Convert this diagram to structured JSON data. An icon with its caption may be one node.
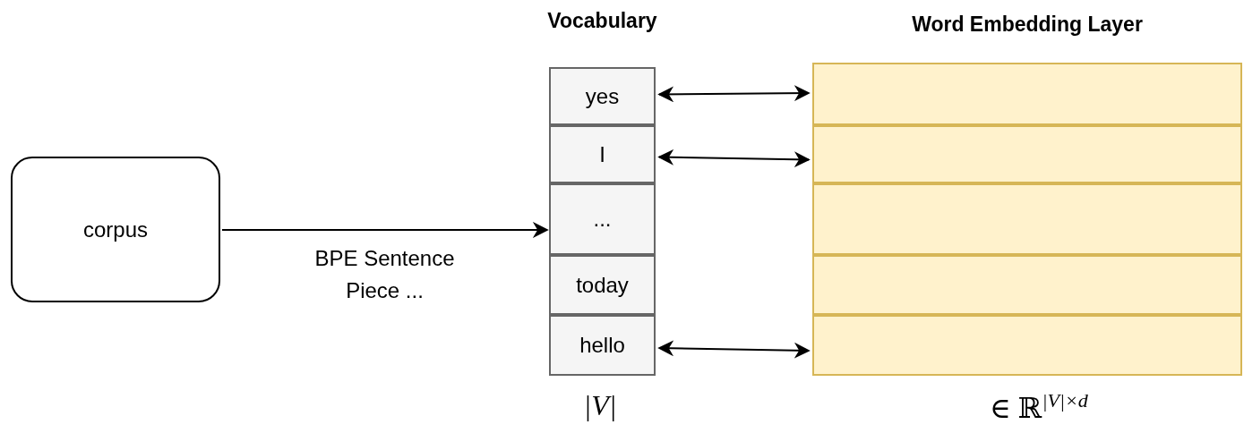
{
  "diagram": {
    "nodes": [
      {
        "text": [
          "corpus"
        ]
      },
      {
        "text": [
          "Vocabulary"
        ],
        "beside": [
          "|V|"
        ]
      },
      {
        "text": [
          "yes"
        ],
        "in": 1
      },
      {
        "text": [
          "I"
        ],
        "in": 1
      },
      {
        "text": [
          "..."
        ],
        "in": 1
      },
      {
        "text": [
          "today"
        ],
        "in": 1
      },
      {
        "text": [
          "hello"
        ],
        "in": 1
      },
      {
        "text": [
          "Word Embedding Layer"
        ],
        "beside": [
          "∈ ℝ$^{|V|×d}$"
        ]
      },
      {
        "text": [],
        "shape": "box",
        "in": 7
      },
      {
        "text": [],
        "shape": "box",
        "in": 7
      },
      {
        "text": [],
        "shape": "box",
        "in": 7
      },
      {
        "text": [],
        "shape": "box",
        "in": 7
      },
      {
        "text": [],
        "shape": "box",
        "in": 7
      }
    ],
    "edges": [
      {
        "from": 0,
        "to": 1,
        "arrow": "to",
        "label": "BPE Sentence Piece ..."
      },
      {
        "from": 2,
        "to": 8,
        "arrow": "both"
      },
      {
        "from": 3,
        "to": 9,
        "arrow": "both"
      },
      {
        "from": 6,
        "to": 12,
        "arrow": "both"
      }
    ]
  }
}
